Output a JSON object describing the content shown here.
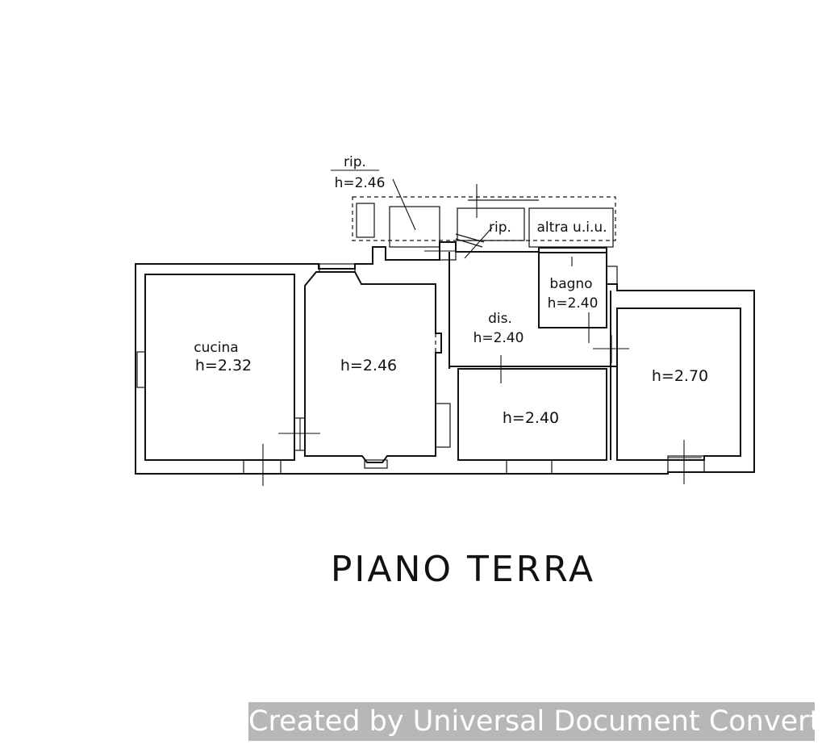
{
  "plan": {
    "title": "PIANO TERRA",
    "rooms": [
      {
        "name": "rip.",
        "height": "h=2.46"
      },
      {
        "name": "rip.",
        "height": ""
      },
      {
        "name": "altra u.i.u.",
        "height": ""
      },
      {
        "name": "bagno",
        "height": "h=2.40"
      },
      {
        "name": "dis.",
        "height": "h=2.40"
      },
      {
        "name": "cucina",
        "height": "h=2.32"
      },
      {
        "name": "",
        "height": "h=2.46"
      },
      {
        "name": "",
        "height": "h=2.40"
      },
      {
        "name": "",
        "height": "h=2.70"
      }
    ]
  },
  "watermark": "Created by Universal Document Converter"
}
